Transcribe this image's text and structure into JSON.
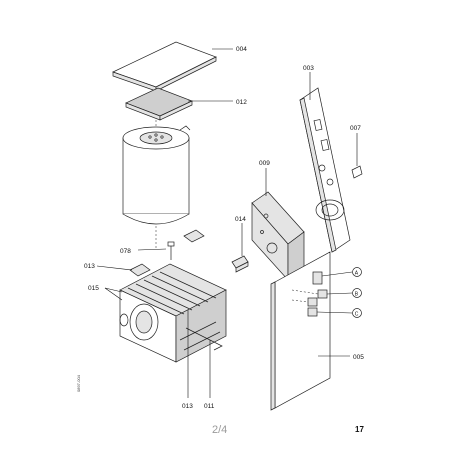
{
  "callouts": {
    "c004": "004",
    "c012": "012",
    "c003": "003",
    "c007": "007",
    "c009": "009",
    "c014": "014",
    "c078": "078",
    "c013a": "013",
    "c015": "015",
    "c005": "005",
    "c013b": "013",
    "c011": "011"
  },
  "connectors": {
    "a": "A",
    "b": "B",
    "c": "C"
  },
  "footer": {
    "page_indicator": "2/4",
    "page_number": "17",
    "side_code": "0897-004"
  }
}
